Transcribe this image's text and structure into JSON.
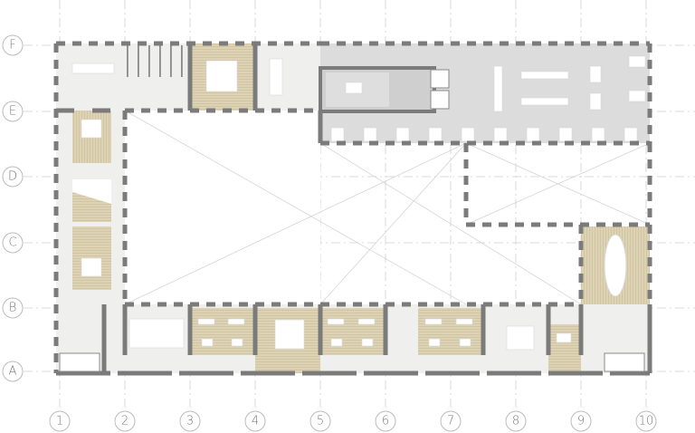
{
  "plan": {
    "row_labels": [
      "A",
      "B",
      "C",
      "D",
      "E",
      "F"
    ],
    "column_labels": [
      "1",
      "2",
      "3",
      "4",
      "5",
      "6",
      "7",
      "8",
      "9",
      "10"
    ]
  },
  "colors": {
    "wall": "#7b7b7b",
    "floor_light": "#efefee",
    "floor_hall": "#dcdcdc",
    "wood": "#ddd3b4",
    "wood_line": "#c9bd99",
    "grid": "#cfcfcf"
  }
}
